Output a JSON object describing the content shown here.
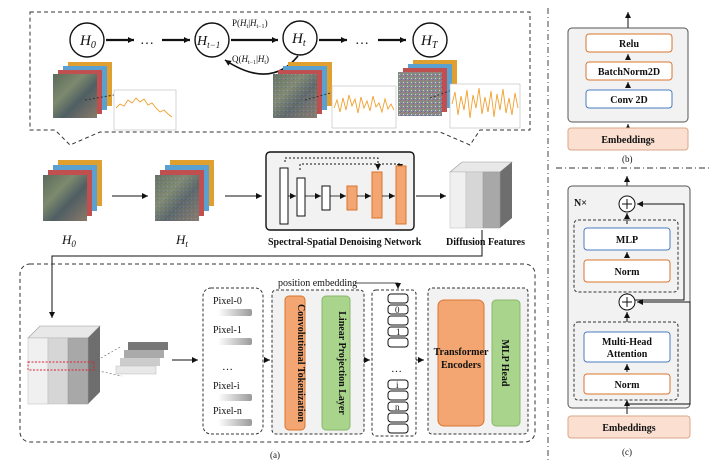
{
  "diffusion": {
    "states": [
      "H_0",
      "H_{t-1}",
      "H_t",
      "H_T"
    ],
    "ellipsis": "…",
    "forward_label": "P(H_t|H_{t-1})",
    "reverse_label": "Q(H_{t-1}|H_t)"
  },
  "pipeline": {
    "h0_label": "H_0",
    "ht_label": "H_t",
    "network_label": "Spectral-Spatial Denoising Network",
    "features_label": "Diffusion Features"
  },
  "classifier": {
    "pixels": [
      "Pixel-0",
      "Pixel-1",
      "…",
      "Pixel-i",
      "Pixel-n"
    ],
    "position_embedding": "position embedding",
    "conv_tokenization": "Convolutional Tokenization",
    "linear_projection": "Linear Projection Layer",
    "tokens": [
      "0",
      "1",
      "…",
      "i",
      "n"
    ],
    "transformer": "Transformer Encoders",
    "mlp_head": "MLP Head",
    "caption": "(a)"
  },
  "panel_b": {
    "layers": [
      "Relu",
      "BatchNorm2D",
      "Conv 2D"
    ],
    "embeddings": "Embeddings",
    "caption": "(b)"
  },
  "panel_c": {
    "repeat": "N×",
    "mlp": "MLP",
    "norm_top": "Norm",
    "attention": "Multi-Head Attention",
    "norm_bottom": "Norm",
    "embeddings": "Embeddings",
    "caption": "(c)"
  },
  "colors": {
    "orange": "#f4a672",
    "orange_border": "#d9742f",
    "green": "#a8d48c",
    "blue_border": "#4a7cc0",
    "embed_fill": "#fbe0d2",
    "panel_fill": "#f2f2f2"
  }
}
